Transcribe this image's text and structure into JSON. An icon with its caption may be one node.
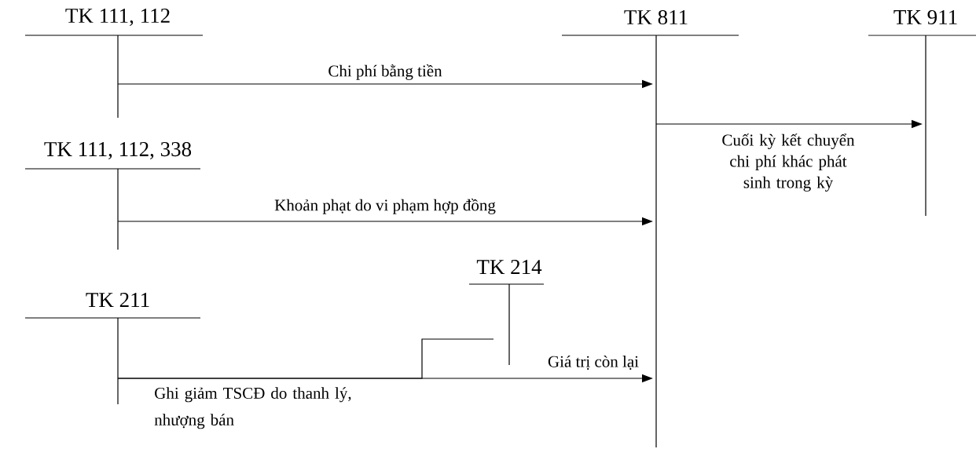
{
  "diagram": {
    "nodes": [
      {
        "text": [
          "TK 111, 112"
        ]
      },
      {
        "text": [
          "TK 811"
        ]
      },
      {
        "text": [
          "TK 911"
        ]
      },
      {
        "text": [
          "TK 111, 112, 338"
        ]
      },
      {
        "text": [
          "TK 211"
        ]
      },
      {
        "text": [
          "TK 214"
        ]
      }
    ],
    "edges": [
      {
        "from": 0,
        "to": 1,
        "arrow": "to",
        "label": "Chi phí bằng tiền"
      },
      {
        "from": 1,
        "to": 2,
        "arrow": "to",
        "label": "Cuối kỳ kết chuyển chi phí khác phát sinh trong kỳ"
      },
      {
        "from": 3,
        "to": 1,
        "arrow": "to",
        "label": "Khoản phạt do vi phạm hợp đồng"
      },
      {
        "from": 4,
        "to": 1,
        "arrow": "to",
        "label": "Giá trị còn lại"
      },
      {
        "from": 4,
        "to": 5,
        "arrow": "none"
      }
    ],
    "labels": [
      "Ghi giảm TSCĐ do thanh lý, nhượng bán"
    ]
  }
}
